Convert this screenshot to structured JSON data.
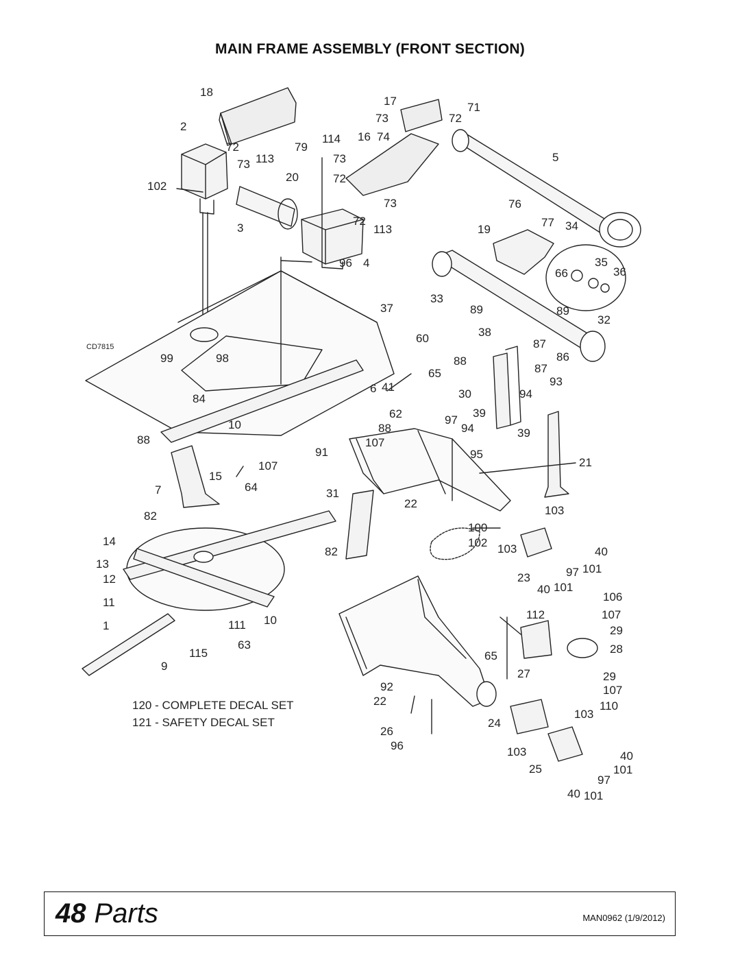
{
  "page": {
    "title": "MAIN FRAME ASSEMBLY (FRONT SECTION)",
    "figure_code": "CD7815",
    "page_number": "48",
    "section": "Parts",
    "manual_ref": "MAN0962 (1/9/2012)"
  },
  "notes": [
    "120 - COMPLETE DECAL SET",
    "121 - SAFETY DECAL SET"
  ],
  "callouts": [
    "18",
    "17",
    "71",
    "2",
    "73",
    "72",
    "72",
    "73",
    "113",
    "79",
    "114",
    "16",
    "74",
    "73",
    "5",
    "102",
    "20",
    "72",
    "73",
    "3",
    "72",
    "113",
    "76",
    "77",
    "34",
    "19",
    "96",
    "4",
    "35",
    "66",
    "36",
    "33",
    "89",
    "89",
    "37",
    "38",
    "32",
    "60",
    "87",
    "99",
    "98",
    "88",
    "86",
    "87",
    "65",
    "93",
    "6",
    "41",
    "30",
    "94",
    "84",
    "62",
    "97",
    "39",
    "10",
    "94",
    "39",
    "88",
    "88",
    "107",
    "91",
    "95",
    "21",
    "107",
    "15",
    "64",
    "7",
    "31",
    "82",
    "22",
    "103",
    "14",
    "100",
    "82",
    "102",
    "103",
    "40",
    "13",
    "12",
    "23",
    "97",
    "101",
    "11",
    "40",
    "101",
    "106",
    "1",
    "111",
    "10",
    "112",
    "107",
    "29",
    "63",
    "115",
    "28",
    "9",
    "27",
    "65",
    "29",
    "22",
    "107",
    "92",
    "110",
    "103",
    "24",
    "26",
    "96",
    "103",
    "40",
    "101",
    "25",
    "97",
    "40",
    "101"
  ],
  "colors": {
    "line": "#222222",
    "background": "#ffffff"
  }
}
